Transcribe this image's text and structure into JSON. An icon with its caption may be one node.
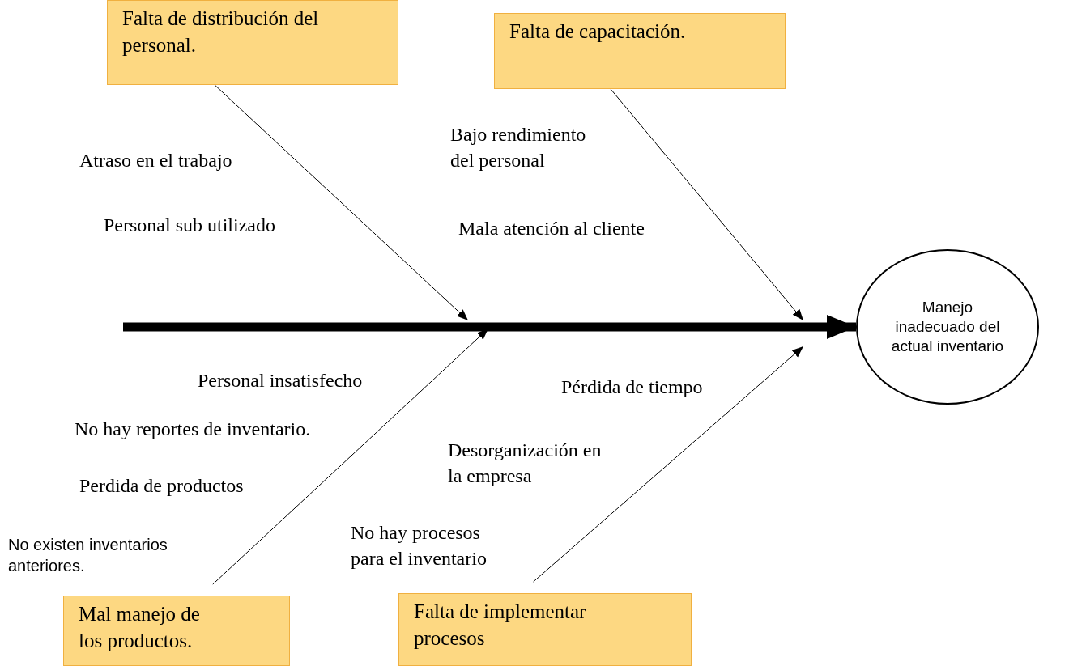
{
  "diagram": {
    "nodes": [
      {
        "text": [
          "Falta de distribución del personal."
        ]
      },
      {
        "text": [
          "Falta de capacitación."
        ]
      },
      {
        "text": [
          "Mal manejo de los productos."
        ]
      },
      {
        "text": [
          "Falta de implementar procesos"
        ]
      },
      {
        "text": [
          "Manejo inadecuado del actual inventario"
        ]
      }
    ],
    "edges": [
      {
        "from": 0,
        "to": null,
        "arrow": "to"
      },
      {
        "from": 1,
        "to": null,
        "arrow": "to"
      },
      {
        "from": 2,
        "to": null,
        "arrow": "to"
      },
      {
        "from": 3,
        "to": null,
        "arrow": "to"
      },
      {
        "from": null,
        "to": 4,
        "arrow": "to",
        "style": "thick"
      }
    ],
    "labels": [
      "Atraso en el trabajo",
      "Bajo rendimiento del personal",
      "Personal sub utilizado",
      "Mala atención al cliente",
      "Personal insatisfecho",
      "Pérdida de tiempo",
      "No hay reportes de inventario.",
      "Desorganización en la empresa",
      "Perdida de productos",
      "No hay procesos para el inventario",
      "No existen inventarios anteriores."
    ]
  }
}
